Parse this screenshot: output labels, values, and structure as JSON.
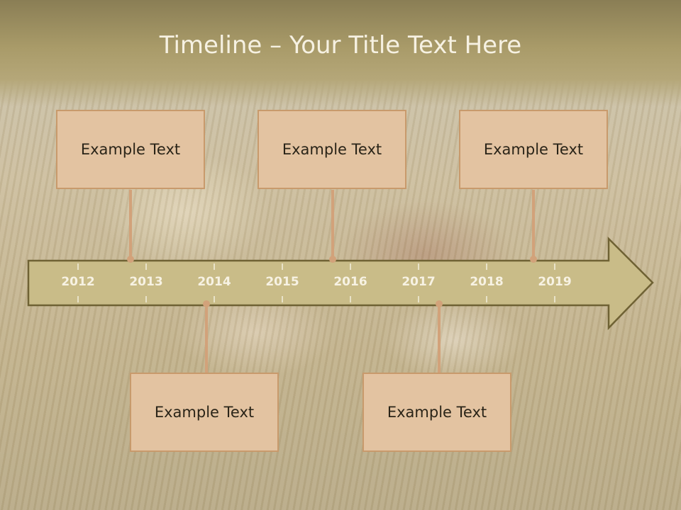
{
  "slide": {
    "title": "Timeline – Your Title Text Here"
  },
  "timeline": {
    "years": [
      "2012",
      "2013",
      "2014",
      "2015",
      "2016",
      "2017",
      "2018",
      "2019"
    ]
  },
  "cards": [
    {
      "label": "Example Text"
    },
    {
      "label": "Example Text"
    },
    {
      "label": "Example Text"
    },
    {
      "label": "Example Text"
    },
    {
      "label": "Example Text"
    }
  ],
  "colors": {
    "arrow_fill": "#c9bc88",
    "arrow_stroke": "#6f6234",
    "card_fill": "#e3c3a1",
    "card_border": "#c89a6c",
    "connector": "#d2a27a",
    "year_text": "#f7f2e3"
  }
}
